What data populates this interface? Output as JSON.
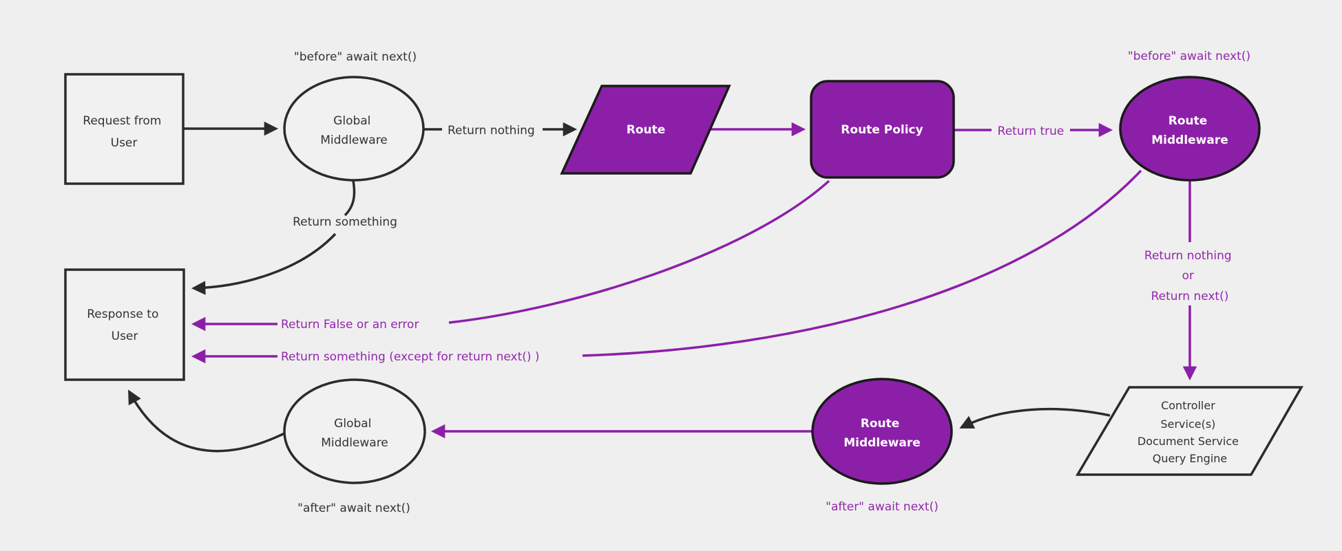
{
  "diagram": {
    "colors": {
      "background": "#efefef",
      "node_light_fill": "#f1f1f1",
      "node_purple_fill": "#8c1fa8",
      "edge_dark": "#2b2b2b",
      "edge_purple": "#8c1fa8",
      "text_dark": "#333333",
      "text_purple": "#9326ad",
      "text_white": "#ffffff"
    },
    "nodes": {
      "request": {
        "lines": [
          "Request from",
          "User"
        ]
      },
      "global_mw_top": {
        "lines": [
          "Global",
          "Middleware"
        ]
      },
      "route": {
        "label": "Route"
      },
      "route_policy": {
        "label": "Route Policy"
      },
      "route_mw_top": {
        "lines": [
          "Route",
          "Middleware"
        ]
      },
      "services": {
        "lines": [
          "Controller",
          "Service(s)",
          "Document Service",
          "Query Engine"
        ]
      },
      "route_mw_bottom": {
        "lines": [
          "Route",
          "Middleware"
        ]
      },
      "global_mw_bottom": {
        "lines": [
          "Global",
          "Middleware"
        ]
      },
      "response": {
        "lines": [
          "Response to",
          "User"
        ]
      }
    },
    "edge_labels": {
      "before_global": "\"before\" await next()",
      "return_nothing": "Return nothing",
      "return_something": "Return something",
      "return_true": "Return true",
      "before_route": "\"before\" await next()",
      "return_nothing_or": [
        "Return nothing",
        "or",
        "Return next()"
      ],
      "return_false": "Return False or an error",
      "return_something_except": "Return something (except for return next() )",
      "after_route": "\"after\" await next()",
      "after_global": "\"after\" await next()"
    }
  }
}
